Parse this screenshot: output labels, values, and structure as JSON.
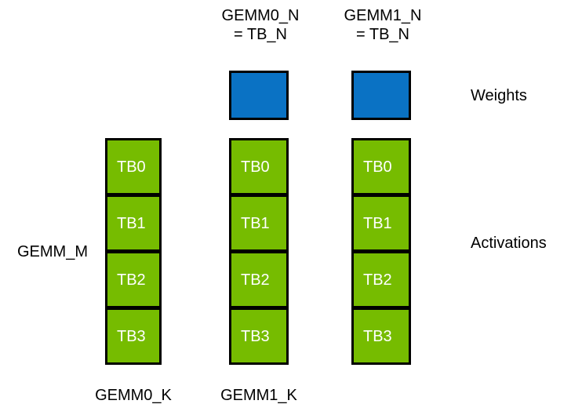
{
  "diagram": {
    "title_labels": {
      "gemm0_n": "GEMM0_N\n= TB_N",
      "gemm1_n": "GEMM1_N\n= TB_N"
    },
    "side_labels": {
      "weights": "Weights",
      "activations": "Activations",
      "gemm_m": "GEMM_M"
    },
    "bottom_labels": {
      "gemm0_k": "GEMM0_K",
      "gemm1_k": "GEMM1_K"
    },
    "colors": {
      "weights_fill": "#0A72C4",
      "activations_fill": "#76BC00",
      "border": "#000000",
      "background": "#ffffff",
      "cell_text": "#ffffff",
      "label_text": "#000000"
    },
    "weight_blocks": [
      {
        "id": "gemm0-weights"
      },
      {
        "id": "gemm1-weights"
      }
    ],
    "activation_columns": [
      {
        "id": "column-0",
        "cells": [
          {
            "label": "TB0"
          },
          {
            "label": "TB1"
          },
          {
            "label": "TB2"
          },
          {
            "label": "TB3"
          }
        ]
      },
      {
        "id": "column-1",
        "cells": [
          {
            "label": "TB0"
          },
          {
            "label": "TB1"
          },
          {
            "label": "TB2"
          },
          {
            "label": "TB3"
          }
        ]
      },
      {
        "id": "column-2",
        "cells": [
          {
            "label": "TB0"
          },
          {
            "label": "TB1"
          },
          {
            "label": "TB2"
          },
          {
            "label": "TB3"
          }
        ]
      }
    ]
  }
}
